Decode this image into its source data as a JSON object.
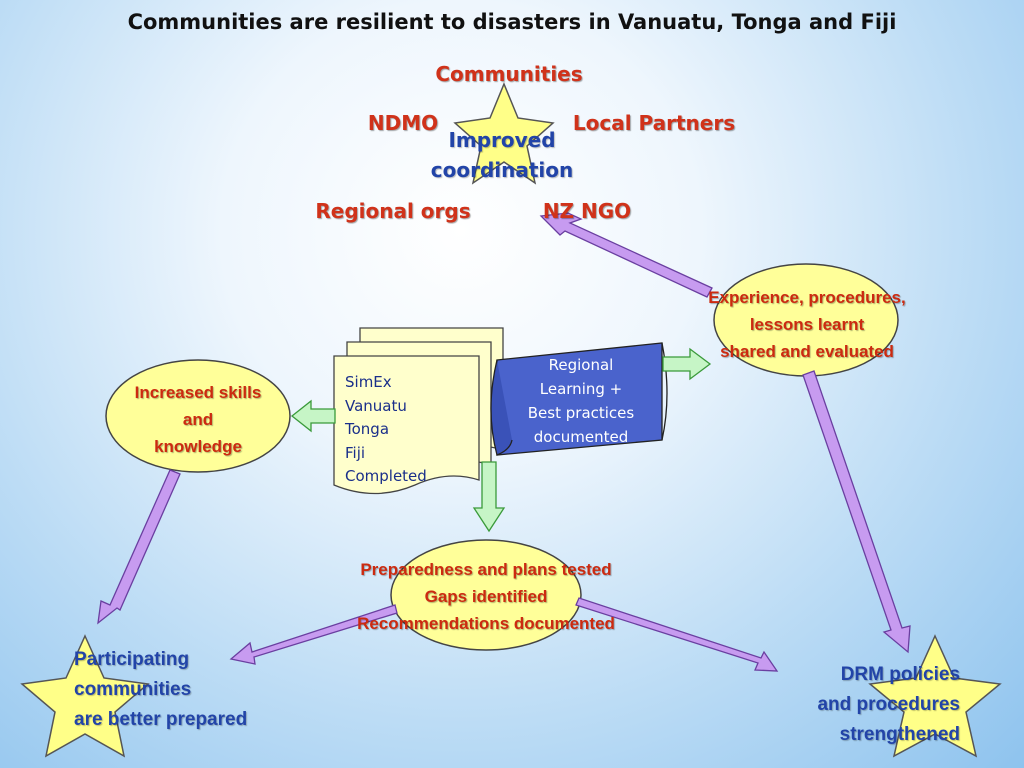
{
  "title": "Communities are resilient to disasters in Vanuatu, Tonga and Fiji",
  "top_star": {
    "text": "Improved\ncoordination",
    "partners": {
      "communities": "Communities",
      "ndmo": "NDMO",
      "local_partners": "Local Partners",
      "regional_orgs": "Regional orgs",
      "nz_ngo": "NZ NGO"
    }
  },
  "documents": {
    "lines": "SimEx\nVanuatu\nTonga\nFiji\nCompleted"
  },
  "regional_scroll": "Regional\nLearning +\nBest practices\ndocumented",
  "skills_oval": "Increased skills\nand\nknowledge",
  "experience_oval": "Experience, procedures,\nlessons learnt\nshared and evaluated",
  "preparedness_oval": "Preparedness and plans tested\nGaps identified\nRecommendations documented",
  "bottom_left_star": "Participating\ncommunities\nare better prepared",
  "bottom_right_star": "DRM policies\nand procedures\nstrengthened",
  "colors": {
    "oval_fill": "#ffff99",
    "star_fill": "#ffff88",
    "arrow_purple": "#c79bf0",
    "arrow_green": "#c6f5c6",
    "scroll_blue": "#4a63cc",
    "text_red": "#d0321a",
    "text_blue": "#2244a8"
  }
}
